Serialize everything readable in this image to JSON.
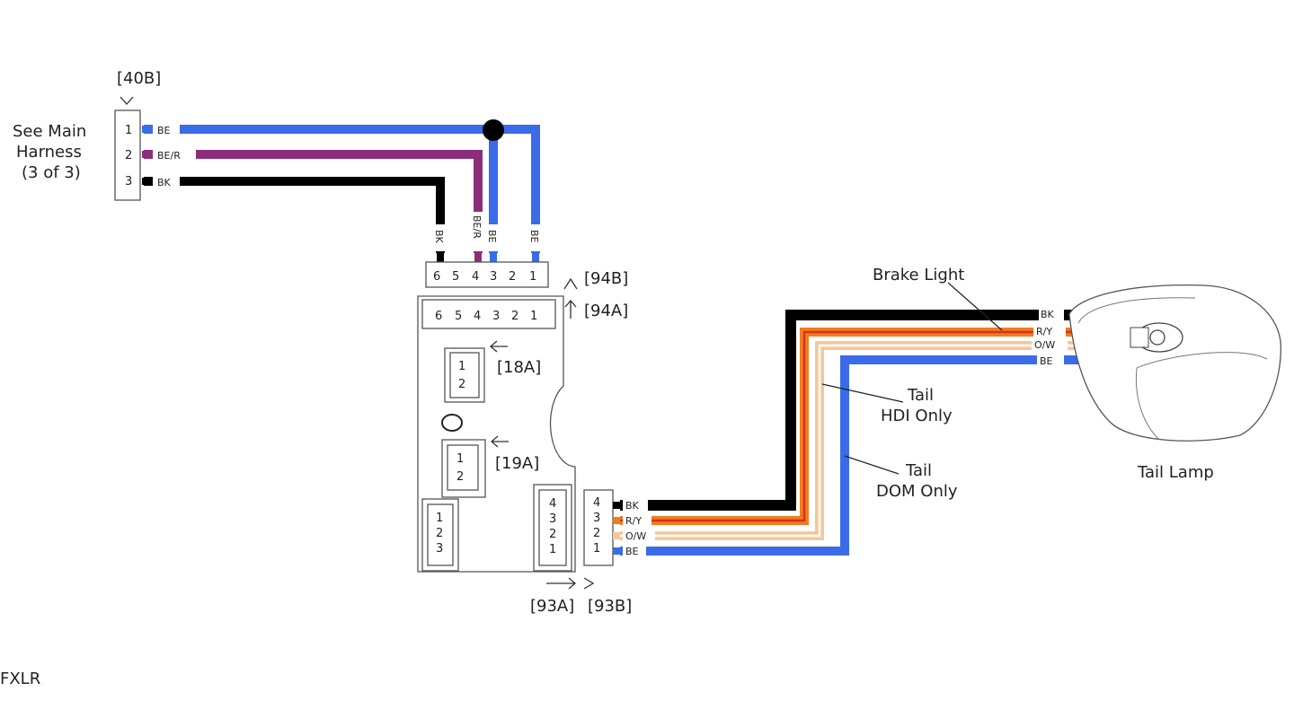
{
  "labels": {
    "see_main": "See Main",
    "harness": "Harness",
    "harness_part": "(3 of 3)",
    "brake_light": "Brake Light",
    "tail_hdi_1": "Tail",
    "tail_hdi_2": "HDI Only",
    "tail_dom_1": "Tail",
    "tail_dom_2": "DOM Only",
    "tail_lamp": "Tail Lamp",
    "model": "FXLR"
  },
  "connectors": {
    "c40b": "[40B]",
    "c94b": "[94B]",
    "c94a": "[94A]",
    "c18a": "[18A]",
    "c19a": "[19A]",
    "c93a": "[93A]",
    "c93b": "[93B]"
  },
  "c40b_pins": [
    "1",
    "2",
    "3"
  ],
  "c40b_wires": [
    "BE",
    "BE/R",
    "BK"
  ],
  "c94_pins": [
    "6",
    "5",
    "4",
    "3",
    "2",
    "1"
  ],
  "c94_wire_labels": [
    "BK",
    "BE/R",
    "BE",
    "BE"
  ],
  "c18a_pins": [
    "1",
    "2"
  ],
  "c19a_pins": [
    "1",
    "2"
  ],
  "left_block_pins": [
    "1",
    "2",
    "3"
  ],
  "c93a_pins": [
    "4",
    "3",
    "2",
    "1"
  ],
  "c93b_pins": [
    "4",
    "3",
    "2",
    "1"
  ],
  "c93b_wires": [
    "BK",
    "R/Y",
    "O/W",
    "BE"
  ],
  "lamp_wires": [
    "BK",
    "R/Y",
    "O/W",
    "BE"
  ],
  "colors": {
    "blue": "#3a6be8",
    "purple": "#8b2e7a",
    "black": "#000000",
    "orange": "#f07d1e",
    "red": "#d6311f",
    "peach": "#f4c89a",
    "white": "#ffffff"
  }
}
